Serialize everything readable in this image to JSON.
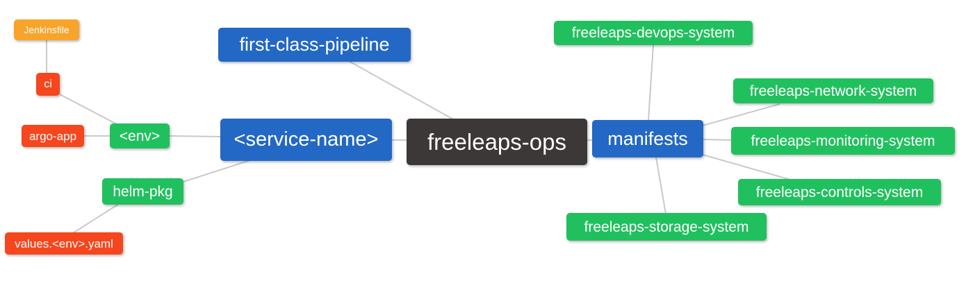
{
  "diagram": {
    "type": "mindmap",
    "root_label": "freeleaps-ops",
    "colors": {
      "blue": "#2368c4",
      "green": "#21c05e",
      "red_orange": "#f5461d",
      "amber": "#f8a42a",
      "dark_gray": "#3c3838",
      "edge_line": "#c9c9c9",
      "background": "#ffffff",
      "node_text": "#ffffff"
    },
    "nodes": {
      "jenkinsfile": {
        "label": "Jenkinsfile",
        "color": "amber"
      },
      "ci": {
        "label": "ci",
        "color": "red_orange"
      },
      "argo_app": {
        "label": "argo-app",
        "color": "red_orange"
      },
      "env": {
        "label": "<env>",
        "color": "green"
      },
      "helm_pkg": {
        "label": "helm-pkg",
        "color": "green"
      },
      "values_env_yaml": {
        "label": "values.<env>.yaml",
        "color": "red_orange"
      },
      "first_class_pipeline": {
        "label": "first-class-pipeline",
        "color": "blue"
      },
      "service_name": {
        "label": "<service-name>",
        "color": "blue"
      },
      "freeleaps_ops": {
        "label": "freeleaps-ops",
        "color": "dark_gray"
      },
      "manifests": {
        "label": "manifests",
        "color": "blue"
      },
      "devops_system": {
        "label": "freeleaps-devops-system",
        "color": "green"
      },
      "network_system": {
        "label": "freeleaps-network-system",
        "color": "green"
      },
      "monitoring_system": {
        "label": "freeleaps-monitoring-system",
        "color": "green"
      },
      "controls_system": {
        "label": "freeleaps-controls-system",
        "color": "green"
      },
      "storage_system": {
        "label": "freeleaps-storage-system",
        "color": "green"
      }
    },
    "edges": [
      {
        "from": "jenkinsfile",
        "to": "ci"
      },
      {
        "from": "ci",
        "to": "env"
      },
      {
        "from": "argo_app",
        "to": "env"
      },
      {
        "from": "env",
        "to": "service_name"
      },
      {
        "from": "service_name",
        "to": "helm_pkg"
      },
      {
        "from": "helm_pkg",
        "to": "values_env_yaml"
      },
      {
        "from": "first_class_pipeline",
        "to": "freeleaps_ops"
      },
      {
        "from": "service_name",
        "to": "freeleaps_ops"
      },
      {
        "from": "freeleaps_ops",
        "to": "manifests"
      },
      {
        "from": "manifests",
        "to": "devops_system"
      },
      {
        "from": "manifests",
        "to": "network_system"
      },
      {
        "from": "manifests",
        "to": "monitoring_system"
      },
      {
        "from": "manifests",
        "to": "controls_system"
      },
      {
        "from": "manifests",
        "to": "storage_system"
      }
    ]
  }
}
